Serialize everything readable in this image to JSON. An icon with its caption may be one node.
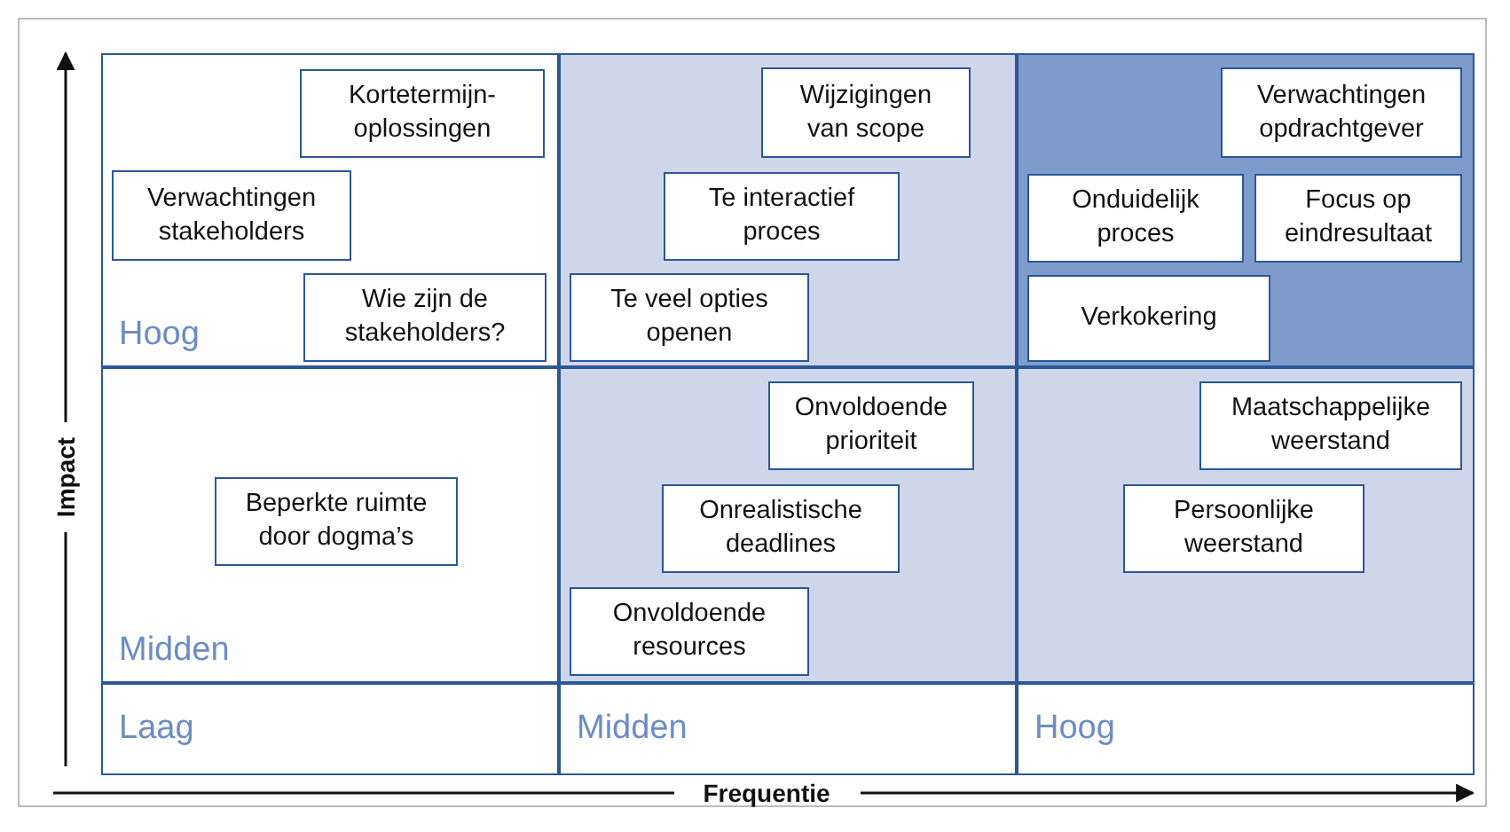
{
  "diagram": {
    "nodes": [
      {
        "text": [
          "Hoog"
        ]
      },
      {
        "text": [
          "Kortetermijn- oplossingen"
        ],
        "in": 0
      },
      {
        "text": [
          "Verwachtingen stakeholders"
        ],
        "in": 0
      },
      {
        "text": [
          "Wie zijn de stakeholders?"
        ],
        "in": 0
      },
      {
        "text": [],
        "shape": "box"
      },
      {
        "text": [
          "Wijzigingen van scope"
        ],
        "in": 4
      },
      {
        "text": [
          "Te interactief proces"
        ],
        "in": 4
      },
      {
        "text": [
          "Te veel opties openen"
        ],
        "in": 4
      },
      {
        "text": [],
        "shape": "box"
      },
      {
        "text": [
          "Verwachtingen opdrachtgever"
        ],
        "in": 8
      },
      {
        "text": [
          "Onduidelijk proces"
        ],
        "in": 8
      },
      {
        "text": [
          "Focus op eindresultaat"
        ],
        "in": 8
      },
      {
        "text": [
          "Verkokering"
        ],
        "in": 8
      },
      {
        "text": [
          "Midden"
        ]
      },
      {
        "text": [
          "Beperkte ruimte door dogma’s"
        ],
        "in": 13
      },
      {
        "text": [],
        "shape": "box"
      },
      {
        "text": [
          "Onvoldoende prioriteit"
        ],
        "in": 15
      },
      {
        "text": [
          "Onrealistische deadlines"
        ],
        "in": 15
      },
      {
        "text": [
          "Onvoldoende resources"
        ],
        "in": 15
      },
      {
        "text": [],
        "shape": "box"
      },
      {
        "text": [
          "Maatschappelijke weerstand"
        ],
        "in": 19
      },
      {
        "text": [
          "Persoonlijke weerstand"
        ],
        "in": 19
      },
      {
        "text": [
          "Laag"
        ]
      },
      {
        "text": [
          "Midden"
        ]
      },
      {
        "text": [
          "Hoog"
        ]
      }
    ],
    "labels": [
      "Impact",
      "Frequentie"
    ]
  }
}
